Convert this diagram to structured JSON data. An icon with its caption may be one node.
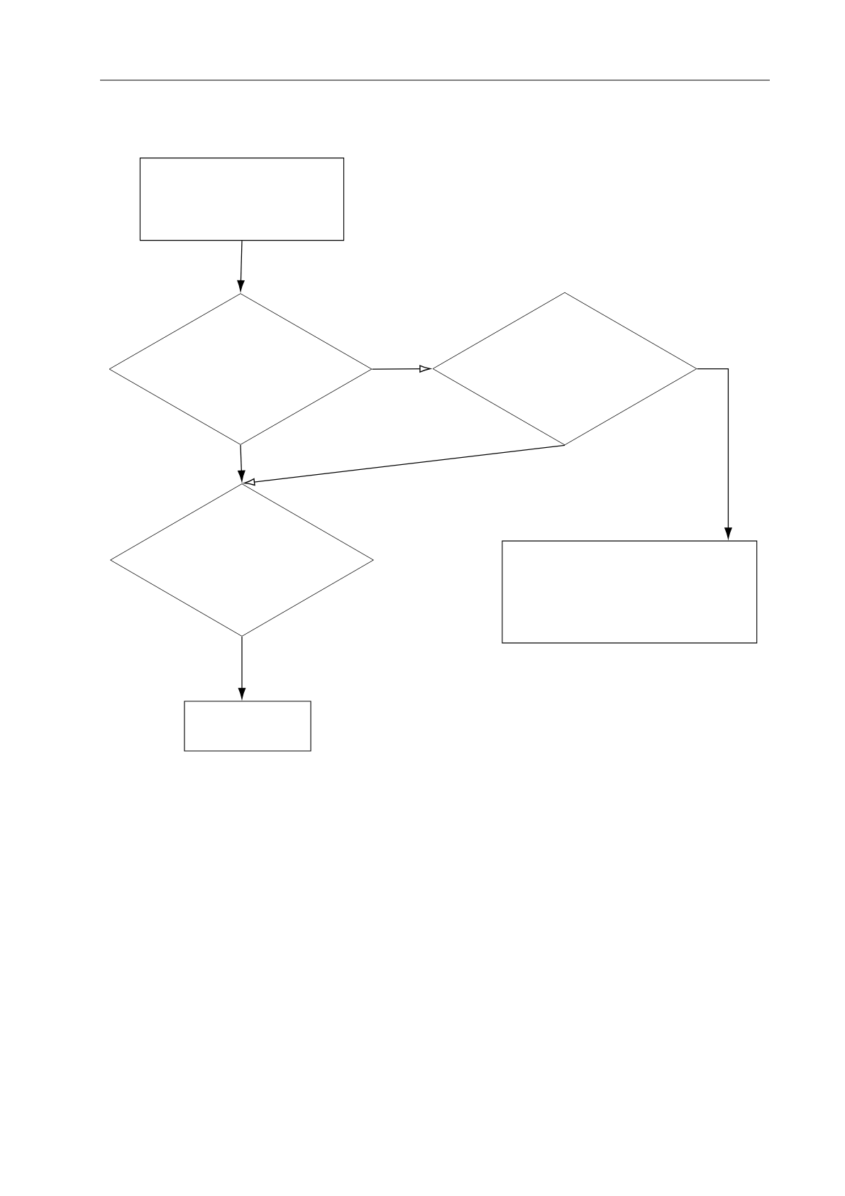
{
  "diagram": {
    "nodes": [
      {
        "text": [],
        "shape": "box"
      },
      {
        "text": [],
        "shape": "diamond"
      },
      {
        "text": [],
        "shape": "diamond"
      },
      {
        "text": [],
        "shape": "diamond"
      },
      {
        "text": [],
        "shape": "box"
      },
      {
        "text": [],
        "shape": "box"
      }
    ],
    "edges": [
      {
        "from": 0,
        "to": 1,
        "arrow": "to"
      },
      {
        "from": 1,
        "to": 2,
        "arrow": "to"
      },
      {
        "from": 2,
        "to": 3,
        "arrow": "to"
      },
      {
        "from": 1,
        "to": 3,
        "arrow": "to"
      },
      {
        "from": 2,
        "to": 4,
        "arrow": "to"
      },
      {
        "from": 3,
        "to": 5,
        "arrow": "to"
      }
    ]
  }
}
